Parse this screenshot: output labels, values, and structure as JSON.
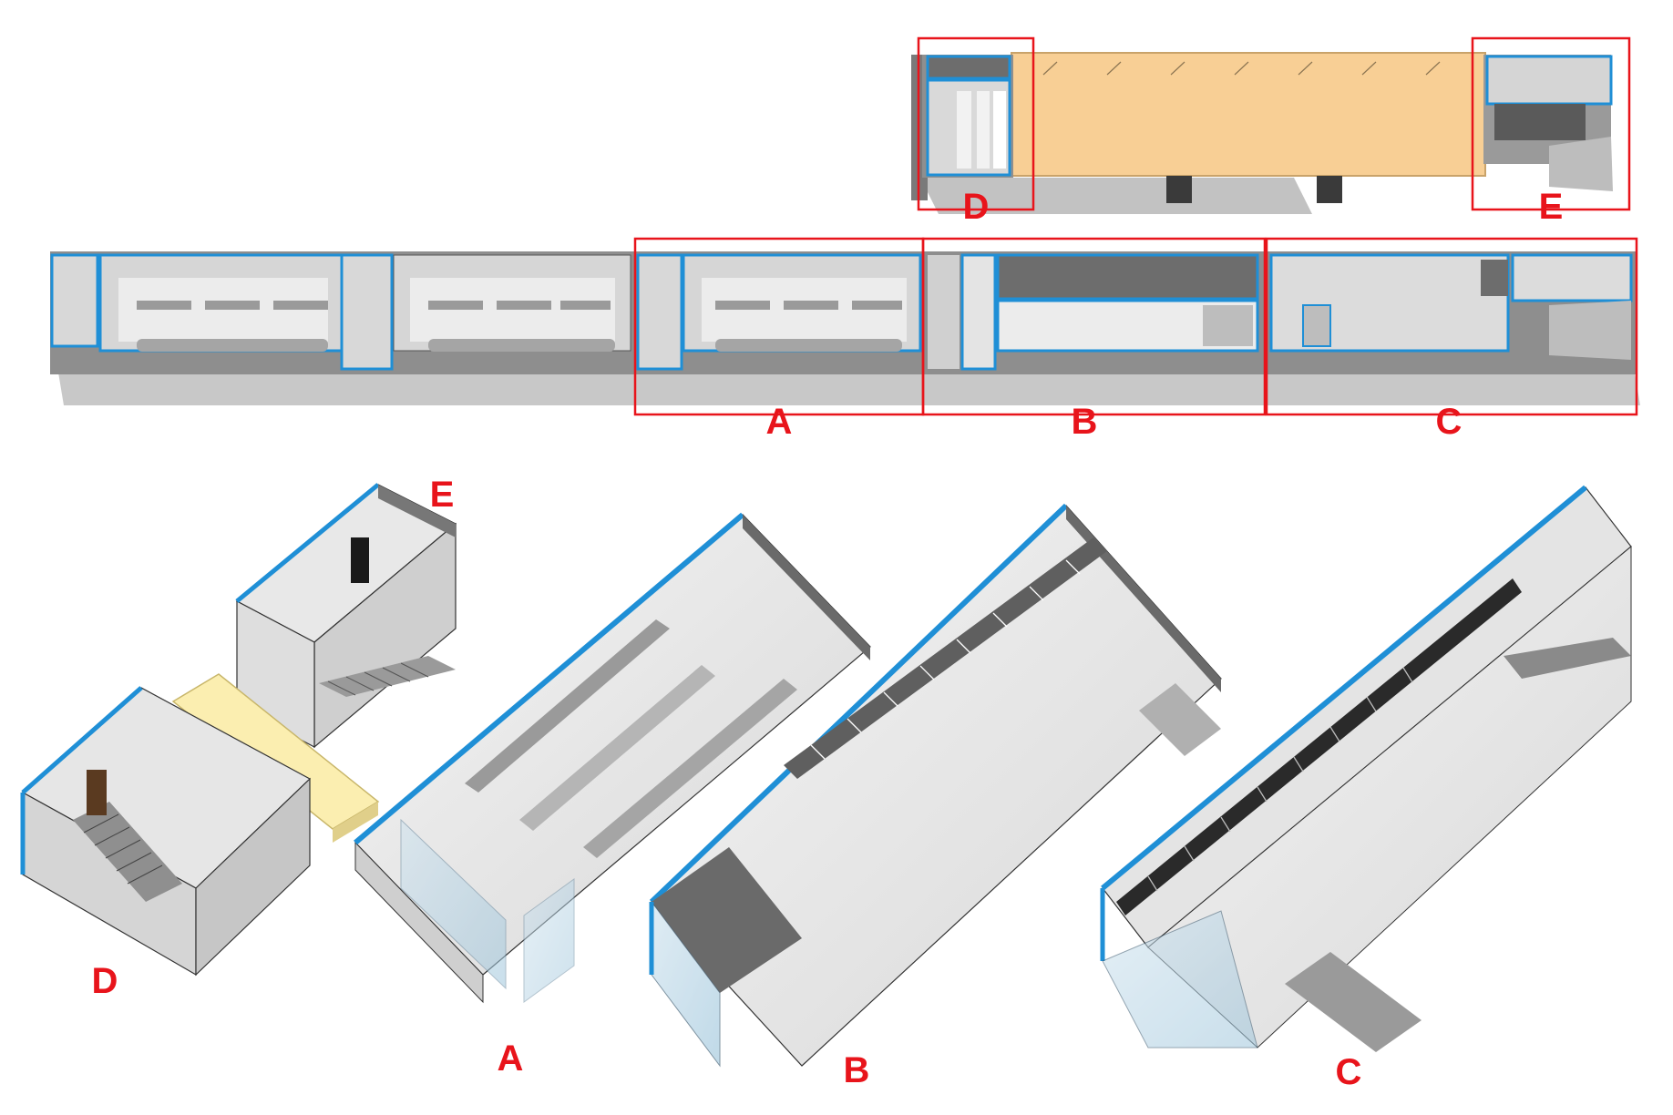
{
  "labels": {
    "top_plan": [
      "D",
      "E"
    ],
    "mid_plan": [
      "A",
      "B",
      "C"
    ],
    "axonometric": [
      "E",
      "D",
      "A",
      "B",
      "C"
    ]
  },
  "colors": {
    "callout_red": "#e8141b",
    "wall_blue": "#1f8fd6",
    "roof_orange": "#f8cf95",
    "bridge_yellow": "#fbeeb0",
    "floor_grey": "#e6e6e6",
    "shadow_grey": "#8a8a8a",
    "glass_blue": "#9fc6dc"
  }
}
